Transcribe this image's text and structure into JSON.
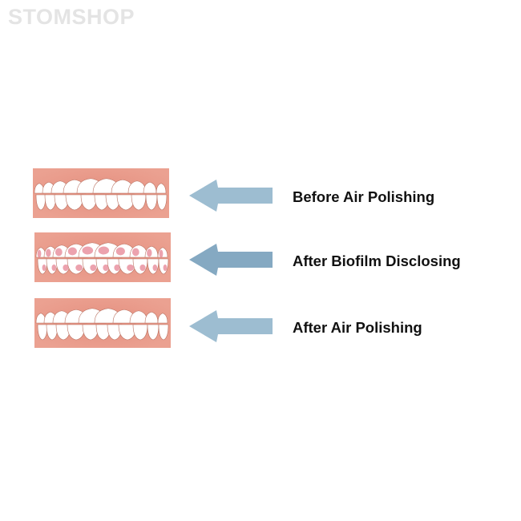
{
  "watermark": "STOMSHOP",
  "rows": [
    {
      "label": "Before Air Polishing",
      "arrow_color": "#9dbdd1",
      "stain": false
    },
    {
      "label": "After Biofilm Disclosing",
      "arrow_color": "#85a9c2",
      "stain": true
    },
    {
      "label": "After Air Polishing",
      "arrow_color": "#9dbdd1",
      "stain": false
    }
  ]
}
